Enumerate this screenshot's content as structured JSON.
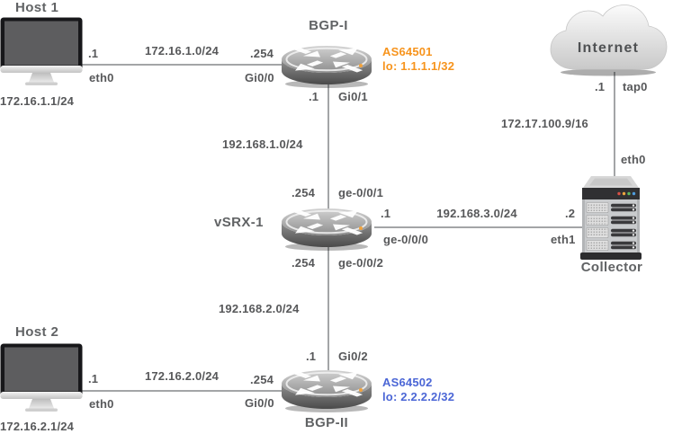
{
  "colors": {
    "as64501_text": "#f7941d",
    "as64502_text": "#4b66d6",
    "label_text": "#57585a",
    "line": "#a3a5a7"
  },
  "nodes": {
    "host1": {
      "title": "Host 1",
      "address": "172.16.1.1/24"
    },
    "bgp1": {
      "title": "BGP-I",
      "asn": "AS64501",
      "loopback": "lo: 1.1.1.1/32"
    },
    "internet": {
      "title": "Internet",
      "address": "172.17.100.9/16"
    },
    "vsrx1": {
      "title": "vSRX-1"
    },
    "collector": {
      "title": "Collector"
    },
    "host2": {
      "title": "Host 2",
      "address": "172.16.2.1/24"
    },
    "bgp2": {
      "title": "BGP-II",
      "asn": "AS64502",
      "loopback": "lo: 2.2.2.2/32"
    }
  },
  "links": {
    "host1_bgp1": {
      "subnet": "172.16.1.0/24",
      "host_addr": ".1",
      "host_if": "eth0",
      "router_addr": ".254",
      "router_if": "Gi0/0"
    },
    "bgp1_vsrx1": {
      "subnet": "192.168.1.0/24",
      "bgp_addr": ".1",
      "bgp_if": "Gi0/1",
      "vsrx_addr": ".254",
      "vsrx_if": "ge-0/0/1"
    },
    "vsrx1_collector": {
      "subnet": "192.168.3.0/24",
      "vsrx_addr": ".1",
      "vsrx_if": "ge-0/0/0",
      "collector_addr": ".2",
      "collector_if": "eth1"
    },
    "vsrx1_bgp2": {
      "subnet": "192.168.2.0/24",
      "vsrx_addr": ".254",
      "vsrx_if": "ge-0/0/2",
      "bgp_addr": ".1",
      "bgp_if": "Gi0/2"
    },
    "host2_bgp2": {
      "subnet": "172.16.2.0/24",
      "host_addr": ".1",
      "host_if": "eth0",
      "router_addr": ".254",
      "router_if": "Gi0/0"
    },
    "internet_collector": {
      "internet_addr": ".1",
      "internet_if": "tap0",
      "collector_if": "eth0"
    }
  }
}
